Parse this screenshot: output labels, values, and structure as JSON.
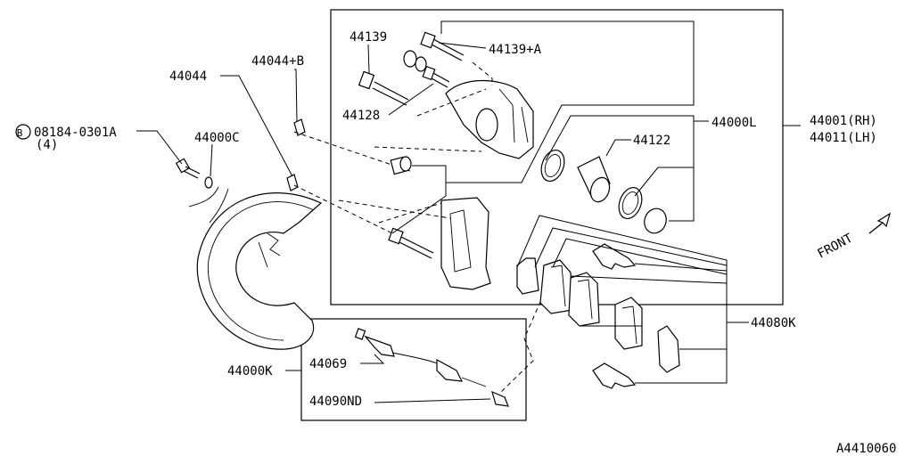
{
  "labels": {
    "b_bolt": "08184-0301A",
    "b_bolt_qty": "(4)",
    "b_circle": "B",
    "p44044": "44044",
    "p44044b": "44044+B",
    "p44000c": "44000C",
    "p44139": "44139",
    "p44139a": "44139+A",
    "p44128": "44128",
    "p44000l": "44000L",
    "p44122": "44122",
    "p44001": "44001(RH)",
    "p44011": "44011(LH)",
    "front": "FRONT",
    "p44080k": "44080K",
    "p44000k": "44000K",
    "p44069": "44069",
    "p44090nd": "44090ND",
    "diagram_id": "A4410060"
  }
}
